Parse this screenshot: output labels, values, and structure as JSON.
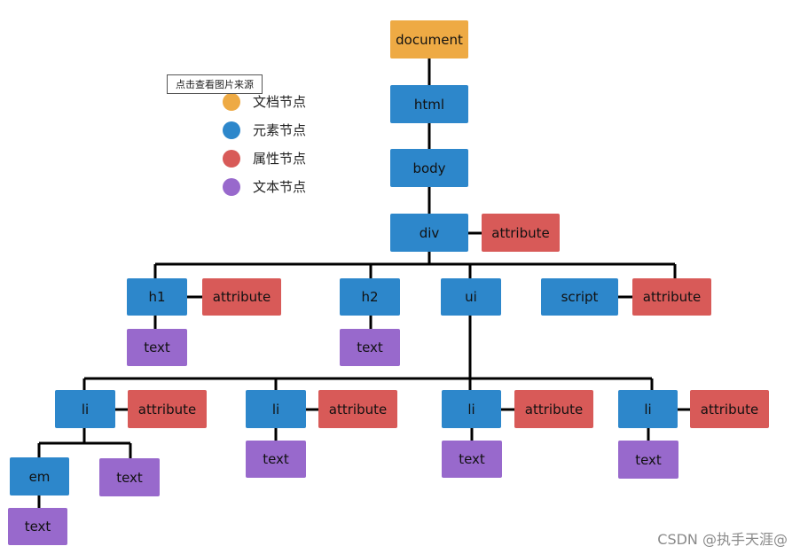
{
  "colors": {
    "document": "#eeaa44",
    "element": "#2d87cb",
    "attribute": "#d85a58",
    "text": "#9869cc",
    "connector": "#000000"
  },
  "tooltip": "点击查看图片来源",
  "legend": [
    {
      "label": "文档节点",
      "kind": "document"
    },
    {
      "label": "元素节点",
      "kind": "element"
    },
    {
      "label": "属性节点",
      "kind": "attribute"
    },
    {
      "label": "文本节点",
      "kind": "text"
    }
  ],
  "nodes": {
    "document": {
      "label": "document",
      "kind": "document"
    },
    "html": {
      "label": "html",
      "kind": "element"
    },
    "body": {
      "label": "body",
      "kind": "element"
    },
    "div": {
      "label": "div",
      "kind": "element"
    },
    "div_attr": {
      "label": "attribute",
      "kind": "attribute"
    },
    "h1": {
      "label": "h1",
      "kind": "element"
    },
    "h1_attr": {
      "label": "attribute",
      "kind": "attribute"
    },
    "h1_text": {
      "label": "text",
      "kind": "text"
    },
    "h2": {
      "label": "h2",
      "kind": "element"
    },
    "h2_text": {
      "label": "text",
      "kind": "text"
    },
    "ui": {
      "label": "ui",
      "kind": "element"
    },
    "script": {
      "label": "script",
      "kind": "element"
    },
    "script_attr": {
      "label": "attribute",
      "kind": "attribute"
    },
    "li1": {
      "label": "li",
      "kind": "element"
    },
    "li1_attr": {
      "label": "attribute",
      "kind": "attribute"
    },
    "em": {
      "label": "em",
      "kind": "element"
    },
    "em_text": {
      "label": "text",
      "kind": "text"
    },
    "li1_text": {
      "label": "text",
      "kind": "text"
    },
    "li2": {
      "label": "li",
      "kind": "element"
    },
    "li2_attr": {
      "label": "attribute",
      "kind": "attribute"
    },
    "li2_text": {
      "label": "text",
      "kind": "text"
    },
    "li3": {
      "label": "li",
      "kind": "element"
    },
    "li3_attr": {
      "label": "attribute",
      "kind": "attribute"
    },
    "li3_text": {
      "label": "text",
      "kind": "text"
    },
    "li4": {
      "label": "li",
      "kind": "element"
    },
    "li4_attr": {
      "label": "attribute",
      "kind": "attribute"
    },
    "li4_text": {
      "label": "text",
      "kind": "text"
    }
  },
  "watermark": "CSDN @执手天涯@"
}
